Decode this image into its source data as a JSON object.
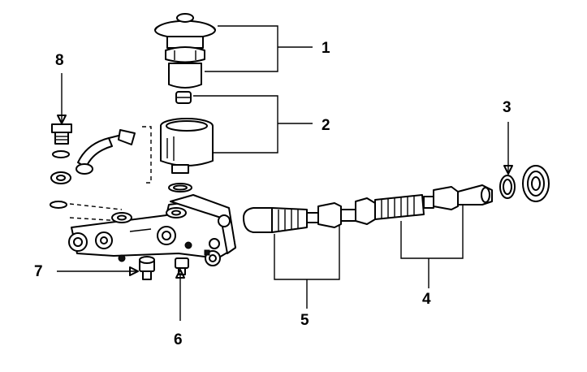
{
  "callouts": {
    "c1": "1",
    "c2": "2",
    "c3": "3",
    "c4": "4",
    "c5": "5",
    "c6": "6",
    "c7": "7",
    "c8": "8"
  },
  "icons": {
    "reservoir_cap": "reservoir-cap-icon",
    "reservoir": "reservoir-icon",
    "master_cylinder_body": "master-cylinder-body-icon",
    "primary_piston": "primary-piston-icon",
    "secondary_piston": "secondary-piston-icon",
    "snap_ring": "snap-ring-icon",
    "boot": "boot-icon",
    "banjo_bolt": "banjo-bolt-icon",
    "check_valve": "check-valve-icon",
    "stop_bolt": "stop-bolt-icon"
  }
}
